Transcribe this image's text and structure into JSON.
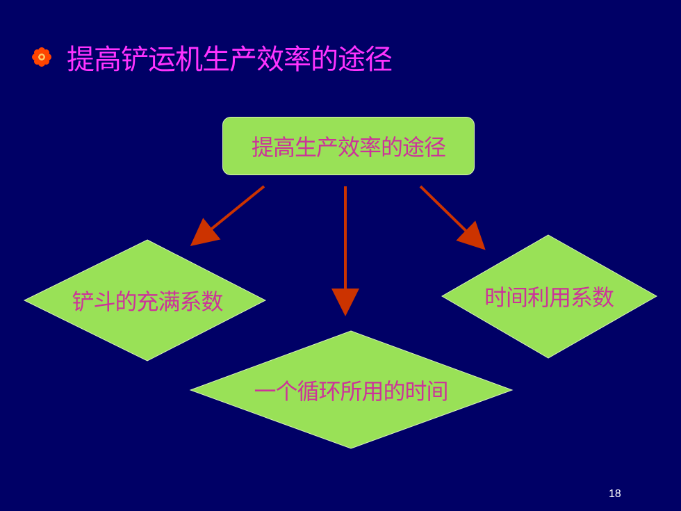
{
  "title": "提高铲运机生产效率的途径",
  "root": "提高生产效率的途径",
  "nodes": {
    "left": "铲斗的充满系数",
    "center": "一个循环所用的时间",
    "right": "时间利用系数"
  },
  "page_number": "18",
  "colors": {
    "background": "#000066",
    "title": "#ff33ff",
    "node_fill": "#99e157",
    "node_text": "#cc3399",
    "arrow": "#cc3300"
  },
  "icons": {
    "bullet": "flower-bullet-icon"
  }
}
